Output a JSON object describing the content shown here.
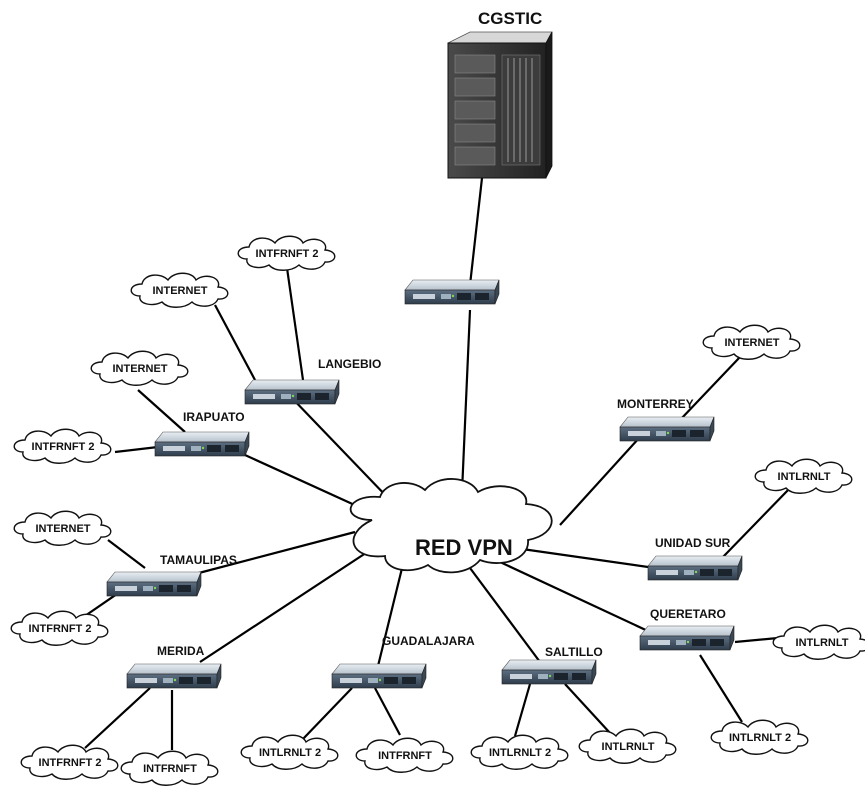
{
  "hub": {
    "server_label": "CGSTIC",
    "vpn_label": "RED VPN"
  },
  "sites": {
    "langebio": "LANGEBIO",
    "irapuato": "IRAPUATO",
    "tamaulipas": "TAMAULIPAS",
    "merida": "MERIDA",
    "guadalajara": "GUADALAJARA",
    "saltillo": "SALTILLO",
    "queretaro": "QUERETARO",
    "unidad_sur": "UNIDAD SUR",
    "monterrey": "MONTERREY"
  },
  "clouds": {
    "langebio_internet": "INTERNET",
    "langebio_internet2": "INTFRNFT 2",
    "irapuato_internet": "INTERNET",
    "irapuato_internet2": "INTFRNFT 2",
    "tamaulipas_internet": "INTERNET",
    "tamaulipas_internet2": "INTFRNFT 2",
    "merida_internet2": "INTFRNFT 2",
    "merida_internet": "INTFRNFT",
    "guadalajara_internet2": "INTLRNLT 2",
    "guadalajara_internet": "INTFRNFT",
    "saltillo_internet2": "INTLRNLT 2",
    "saltillo_internet": "INTLRNLT",
    "queretaro_internet": "INTLRNLT",
    "queretaro_internet2": "INTLRNLT 2",
    "unidad_sur_internet": "INTLRNLT",
    "monterrey_internet": "INTERNET"
  }
}
